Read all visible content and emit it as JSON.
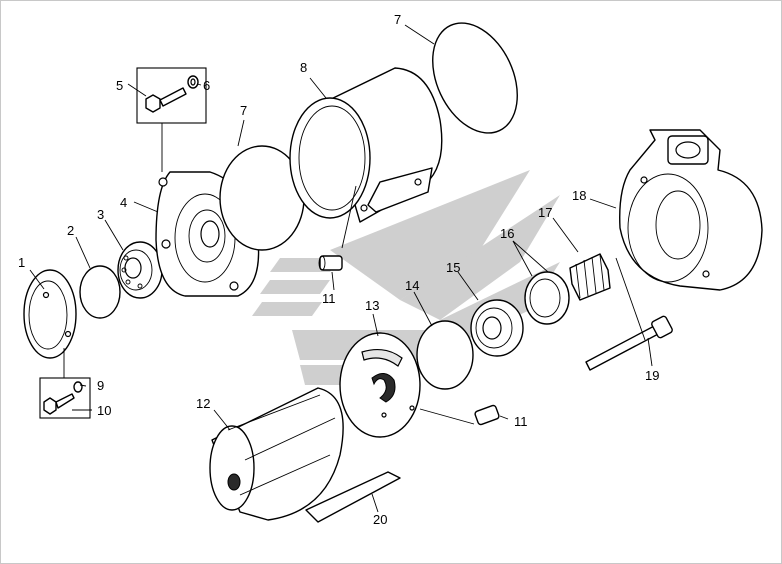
{
  "callouts": {
    "c1": "1",
    "c2": "2",
    "c3": "3",
    "c4": "4",
    "c5": "5",
    "c6": "6",
    "c7a": "7",
    "c7b": "7",
    "c8": "8",
    "c9": "9",
    "c10": "10",
    "c11a": "11",
    "c11b": "11",
    "c12": "12",
    "c13": "13",
    "c14": "14",
    "c15": "15",
    "c16": "16",
    "c17": "17",
    "c18": "18",
    "c19": "19",
    "c20": "20"
  },
  "colors": {
    "watermark": "#cfcfcf",
    "line": "#000000",
    "frame": "#c8c8c8"
  }
}
